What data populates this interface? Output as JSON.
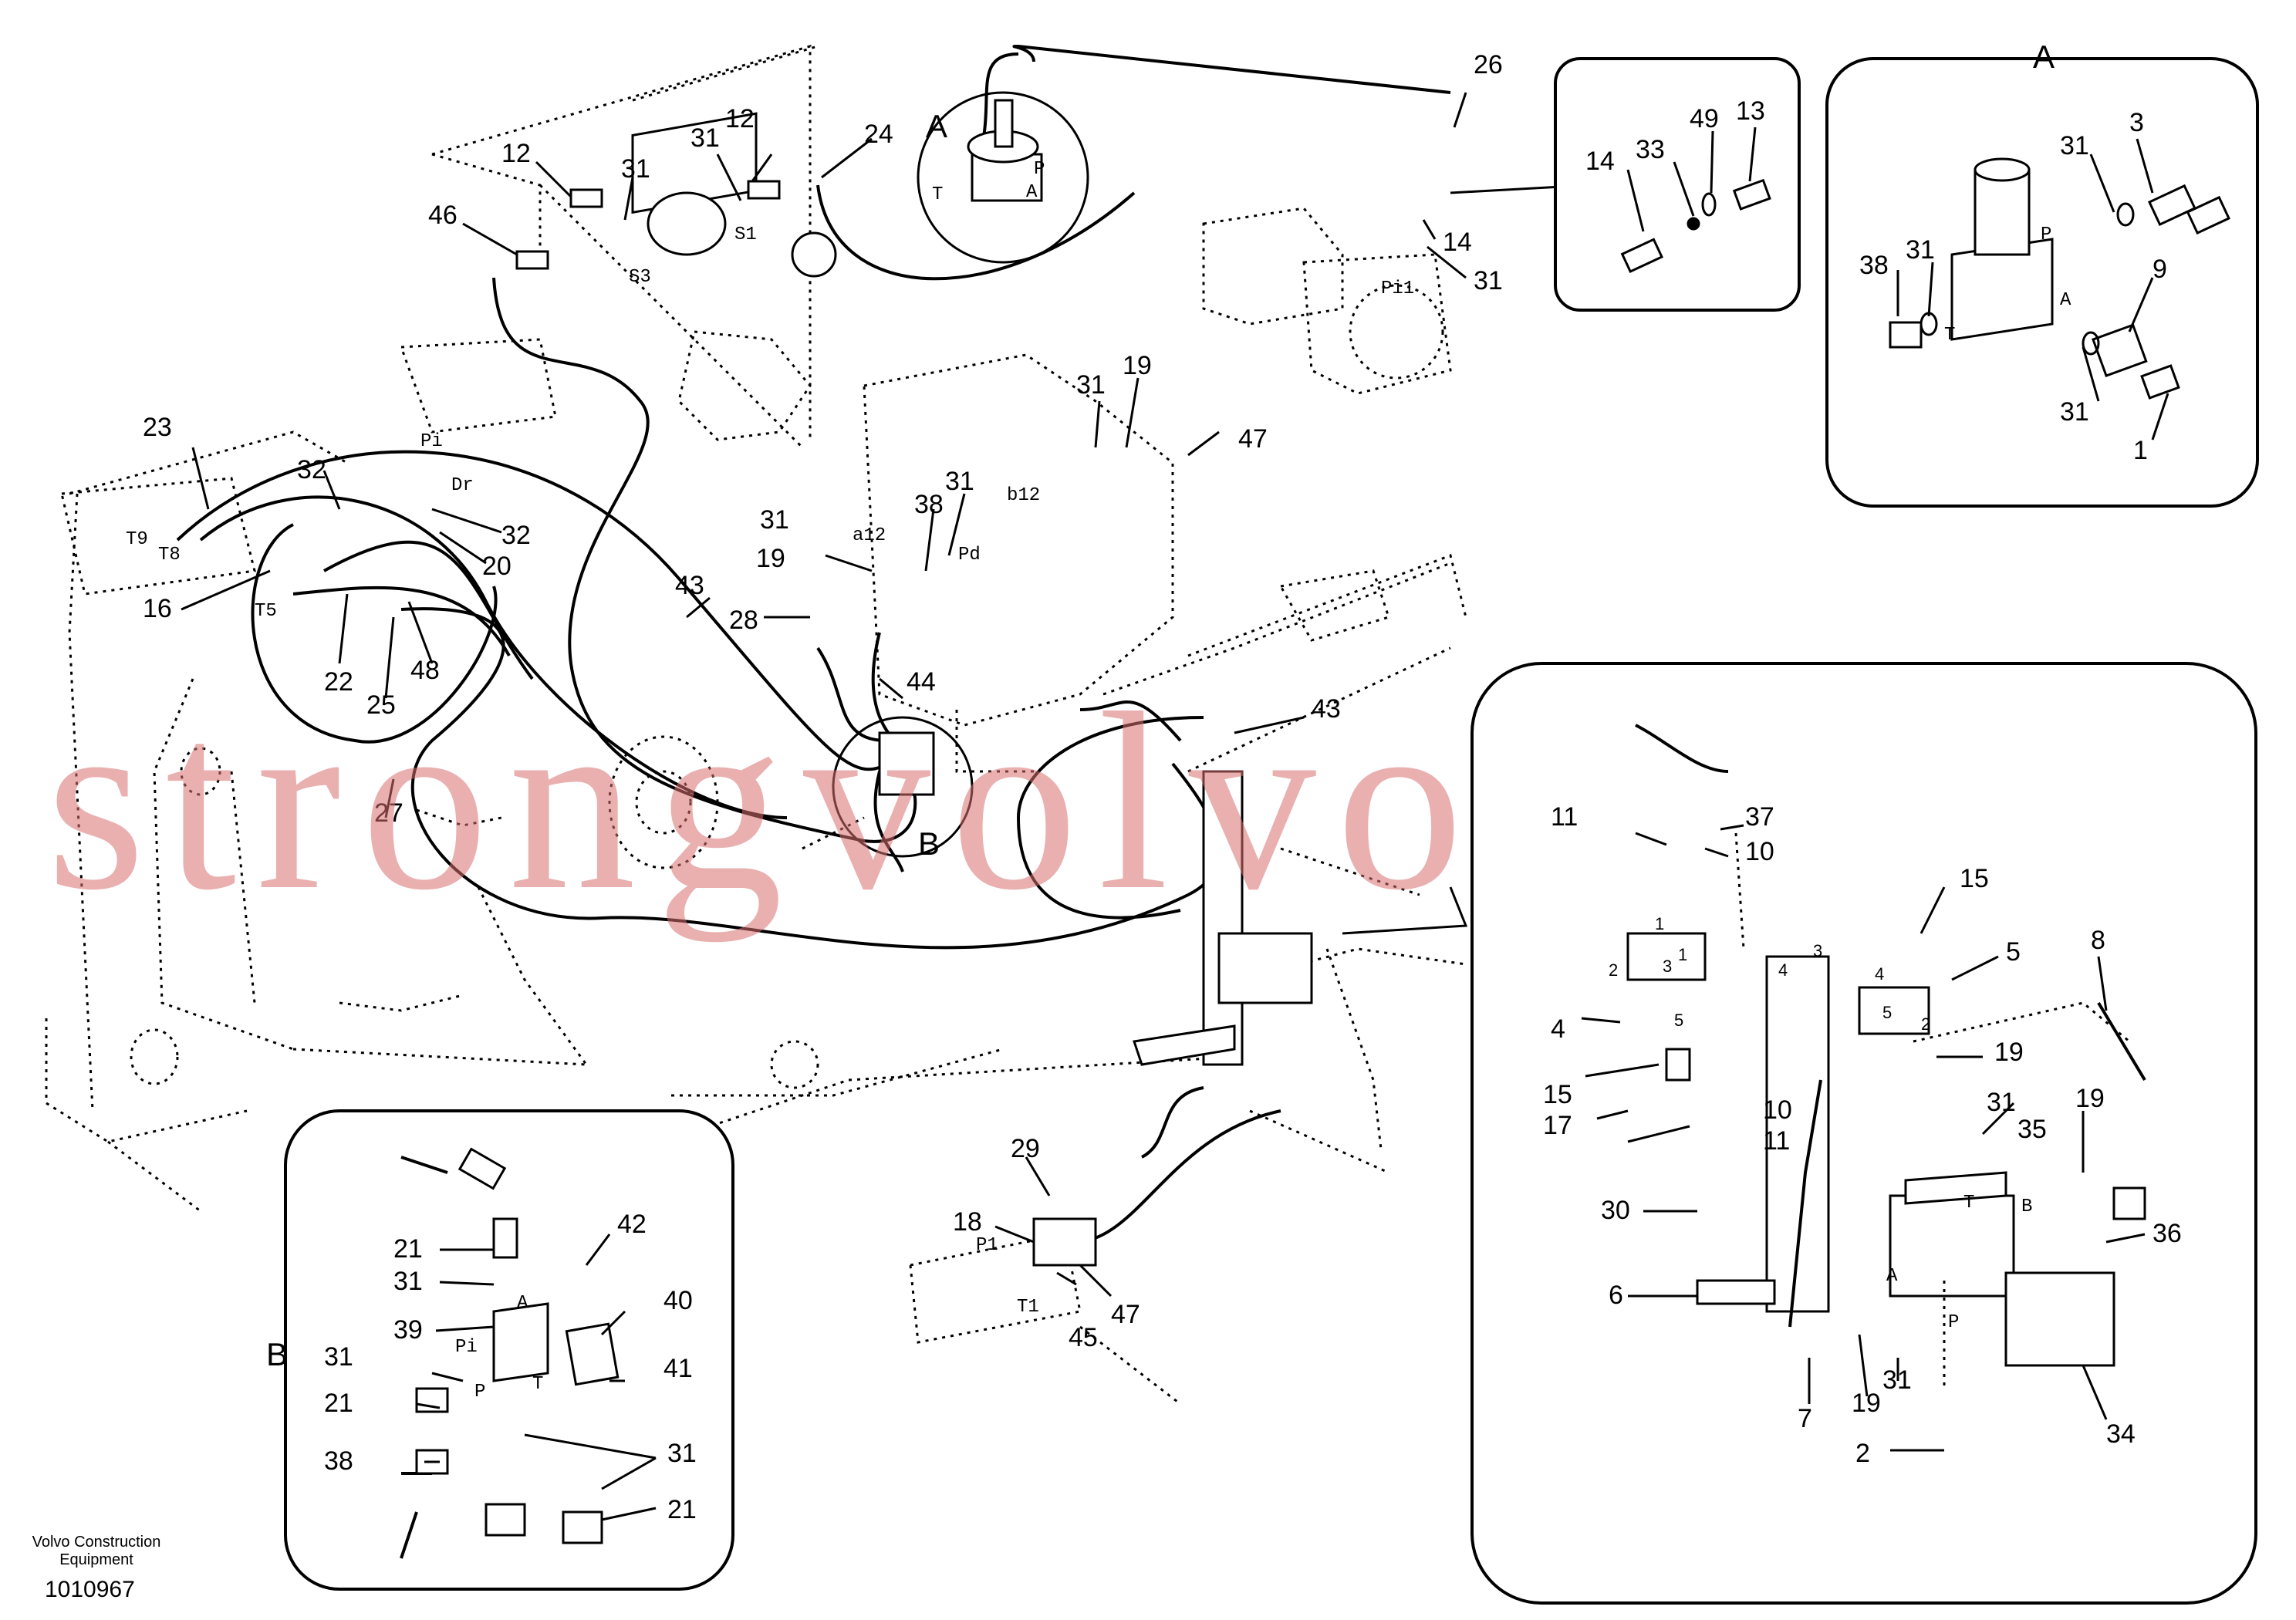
{
  "watermark": "strongvolvo.com",
  "footer": {
    "brand_line1": "Volvo Construction",
    "brand_line2": "Equipment",
    "drawing_number": "1010967"
  },
  "views": {
    "A": "A",
    "B": "B"
  },
  "main_labels": {
    "l12a": "12",
    "l46": "46",
    "l31a": "31",
    "l31b": "31",
    "l12b": "12",
    "l24": "24",
    "l26": "26",
    "l14": "14",
    "l31c": "31",
    "l23": "23",
    "l32a": "32",
    "l32b": "32",
    "l20": "20",
    "l16": "16",
    "l22": "22",
    "l48": "48",
    "l25": "25",
    "l27": "27",
    "l43a": "43",
    "l43b": "43",
    "l44": "44",
    "l28": "28",
    "l19a": "19",
    "l31d": "31",
    "l38": "38",
    "l31e": "31",
    "l31f": "31",
    "l19b": "19",
    "l47a": "47",
    "l29": "29",
    "l18": "18",
    "l47b": "47",
    "l45": "45"
  },
  "port_marks": {
    "s3": "S3",
    "s1": "S1",
    "t": "T",
    "p": "P",
    "a": "A",
    "pi1": "Pi1",
    "pi": "Pi",
    "dr": "Dr",
    "t9": "T9",
    "t8": "T8",
    "t5": "T5",
    "a12": "a12",
    "b12": "b12",
    "pd": "Pd",
    "p1": "P1",
    "t1": "T1"
  },
  "detail_top": {
    "l14": "14",
    "l33": "33",
    "l49": "49",
    "l13": "13"
  },
  "detail_a": {
    "l3": "3",
    "l31a": "31",
    "l38": "38",
    "l31b": "31",
    "l9": "9",
    "l31c": "31",
    "l1": "1",
    "p": "P",
    "t": "T",
    "a": "A"
  },
  "detail_b": {
    "l21a": "21",
    "l31a": "31",
    "l42": "42",
    "l39": "39",
    "l40": "40",
    "l31b": "31",
    "l41": "41",
    "l21b": "21",
    "l38": "38",
    "l31c": "31",
    "l21c": "21",
    "a": "A",
    "pi": "Pi",
    "p": "P",
    "t": "T"
  },
  "detail_right": {
    "l11a": "11",
    "l37": "37",
    "l10a": "10",
    "l15a": "15",
    "l5": "5",
    "l8": "8",
    "l4": "4",
    "l15b": "15",
    "l17": "17",
    "l10b": "10",
    "l11b": "11",
    "l19a": "19",
    "l31a": "31",
    "l35": "35",
    "l19b": "19",
    "l30": "30",
    "l36": "36",
    "l6": "6",
    "l7": "7",
    "l19c": "19",
    "l31b": "31",
    "l2": "2",
    "l34": "34",
    "m1": "1",
    "m2": "2",
    "m3": "3",
    "m4": "4",
    "m5": "5",
    "m1b": "1",
    "m2b": "2",
    "m4b": "4",
    "m5b": "5",
    "m3b": "3",
    "t": "T",
    "b": "B",
    "a": "A",
    "p": "P"
  }
}
